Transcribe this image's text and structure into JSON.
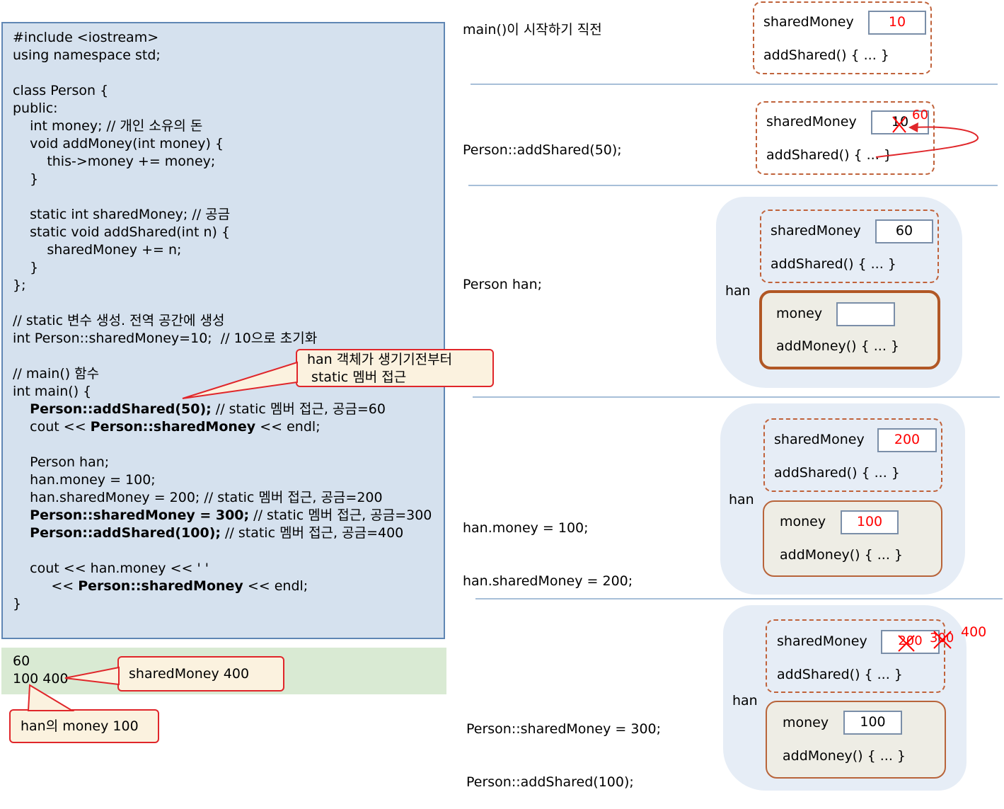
{
  "code": {
    "lines": [
      "#include <iostream>",
      "using namespace std;",
      "",
      "class Person {",
      "public:",
      "    int money; // 개인 소유의 돈",
      "    void addMoney(int money) {",
      "        this->money += money;",
      "    }",
      "",
      "    static int sharedMoney; // 공금",
      "    static void addShared(int n) {",
      "        sharedMoney += n;",
      "    }",
      "};",
      "",
      "// static 변수 생성. 전역 공간에 생성",
      "int Person::sharedMoney=10;  // 10으로 초기화",
      "",
      "// main() 함수",
      "int main() {"
    ],
    "main_body": {
      "l1_bold": "Person::addShared(50);",
      "l1_rest": " // static 멤버 접근, 공금=60",
      "l2_pre": "cout << ",
      "l2_bold": "Person::sharedMoney",
      "l2_post": " << endl;",
      "l4": "Person han;",
      "l5": "han.money = 100;",
      "l6": "han.sharedMoney = 200; // static 멤버 접근, 공금=200",
      "l7_bold": "Person::sharedMoney = 300;",
      "l7_rest": " // static 멤버 접근, 공금=300",
      "l8_bold": "Person::addShared(100);",
      "l8_rest": " // static 멤버 접근, 공금=400",
      "l10": "cout << han.money << ' '",
      "l11_pre": "     << ",
      "l11_bold": "Person::sharedMoney",
      "l11_post": " << endl;",
      "close": "}"
    }
  },
  "output": {
    "line1": "60",
    "line2": "100 400"
  },
  "callouts": {
    "han_before_line1": "han 객체가 생기기전부터",
    "han_before_line2": " static 멤버 접근",
    "shared_400": "sharedMoney 400",
    "han_money_100": "han의 money 100"
  },
  "steps": [
    {
      "label": "main()이 시작하기 직전",
      "shared_name": "sharedMoney",
      "shared_value": "10",
      "shared_func": "addShared() { ... }"
    },
    {
      "label": "Person::addShared(50);",
      "shared_name": "sharedMoney",
      "shared_value": "10",
      "new_value": "60",
      "shared_func": "addShared() { ... }"
    },
    {
      "label": "Person han;",
      "object_name": "han",
      "shared_name": "sharedMoney",
      "shared_value": "60",
      "shared_func": "addShared() { ... }",
      "money_name": "money",
      "money_value": "",
      "money_func": "addMoney() { ... }"
    },
    {
      "label_line1": "han.money = 100;",
      "label_line2": "han.sharedMoney = 200;",
      "object_name": "han",
      "shared_name": "sharedMoney",
      "shared_value": "200",
      "shared_func": "addShared() { ... }",
      "money_name": "money",
      "money_value": "100",
      "money_func": "addMoney() { ... }"
    },
    {
      "label_line1": "Person::sharedMoney = 300;",
      "label_line2": "Person::addShared(100);",
      "object_name": "han",
      "shared_name": "sharedMoney",
      "shared_value": "200",
      "value_300": "300",
      "value_400": "400",
      "shared_func": "addShared() { ... }",
      "money_name": "money",
      "money_value": "100",
      "money_func": "addMoney() { ... }"
    }
  ],
  "colors": {
    "code_bg": "#d5e1ee",
    "output_bg": "#d9ead3",
    "callout_bg": "#fbf2df",
    "accent_red": "#ff0000",
    "object_border": "#b8643a"
  }
}
